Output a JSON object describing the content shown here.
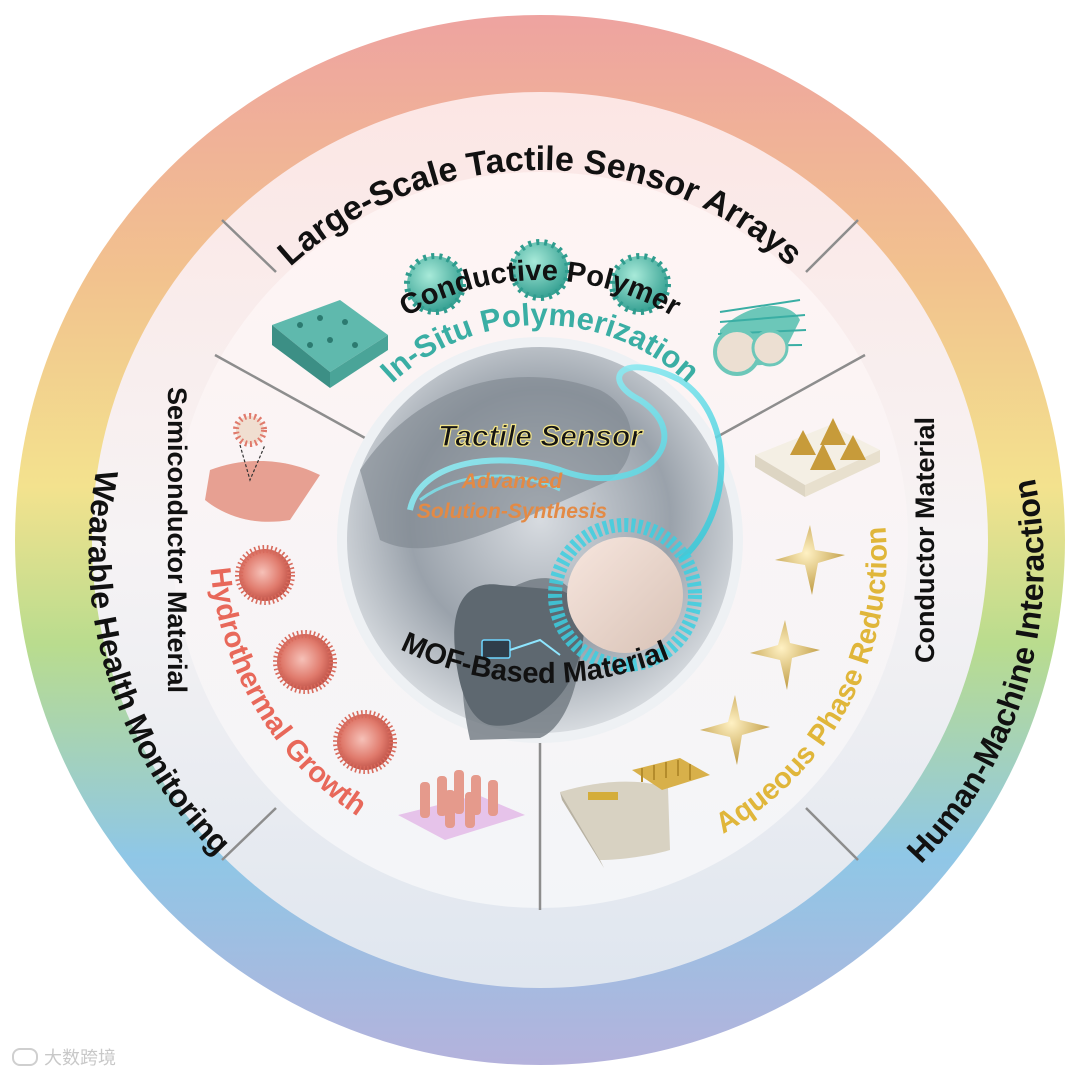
{
  "outer_ring": {
    "top": "Large-Scale Tactile Sensor Arrays",
    "left": "Wearable Health Monitoring",
    "right": "Human-Machine Interaction"
  },
  "material_ring": {
    "top": "Conductive Polymer",
    "left": "Semiconductor Material",
    "right": "Conductor Material",
    "bottom": "MOF-Based Material"
  },
  "methods": {
    "top": {
      "label": "In-Situ Polymerization",
      "color": "#3aaea4"
    },
    "left": {
      "label": "Hydrothermal Growth",
      "color": "#e8685a"
    },
    "right": {
      "label": "Aqueous Phase Reduction",
      "color": "#e0b63a"
    }
  },
  "center": {
    "title": "Tactile Sensor",
    "subtitle_line1": "Advanced",
    "subtitle_line2": "Solution-Synthesis"
  },
  "colors": {
    "outer_top": "#eea3a0",
    "outer_mid_right": "#f3e28e",
    "outer_green": "#a9d68a",
    "outer_blue": "#8fc7e6",
    "outer_bottom": "#b4b2dc",
    "polymer_teal": "#3aaea4",
    "semiconductor_coral": "#e8685a",
    "conductor_gold": "#d9b24a"
  },
  "watermark": "大数跨境"
}
